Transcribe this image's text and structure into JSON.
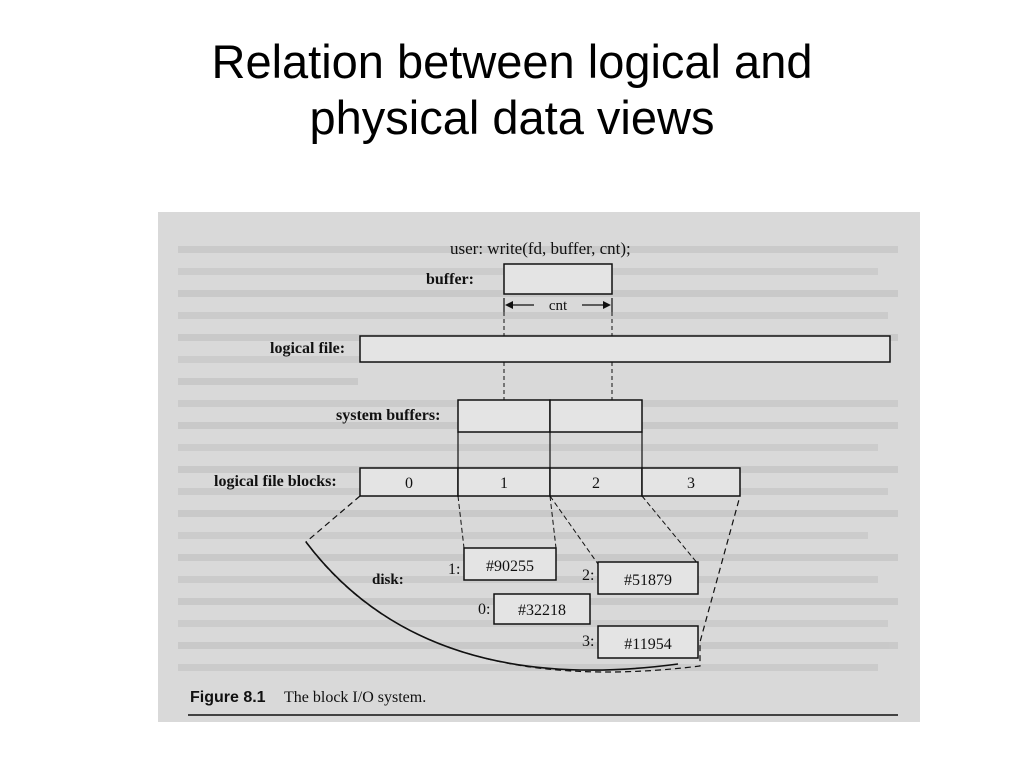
{
  "slide": {
    "title_lines": [
      "Relation between logical and",
      "physical data views"
    ]
  },
  "figure": {
    "user_call": "user: write(fd, buffer, cnt);",
    "buffer_label": "buffer:",
    "cnt_label": "cnt",
    "logical_file_label": "logical file:",
    "system_buffers_label": "system buffers:",
    "logical_blocks_label": "logical file blocks:",
    "blocks": [
      "0",
      "1",
      "2",
      "3"
    ],
    "disk_label": "disk:",
    "disk_blocks": [
      {
        "index": "1:",
        "address": "#90255"
      },
      {
        "index": "2:",
        "address": "#51879"
      },
      {
        "index": "0:",
        "address": "#32218"
      },
      {
        "index": "3:",
        "address": "#11954"
      }
    ],
    "caption_label": "Figure 8.1",
    "caption_text": "The block I/O system."
  }
}
